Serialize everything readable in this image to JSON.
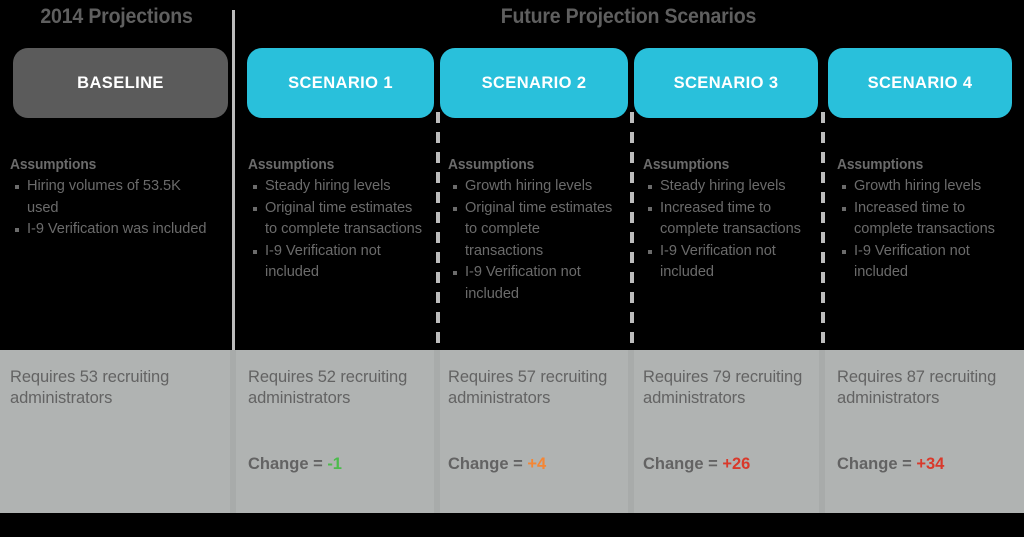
{
  "headers": {
    "left_title": "2014 Projections",
    "right_title": "Future Projection Scenarios"
  },
  "colors": {
    "background": "#000000",
    "baseline_pill": "#5b5b5b",
    "scenario_pill": "#29c0db",
    "results_band": "#b0b3b2",
    "text_gray": "#6b6b6b",
    "divider_gray": "#bcbcbc",
    "change_positive_small": "#f58634",
    "change_negative": "#4cbb4c",
    "change_positive_large": "#d9392b"
  },
  "columns": [
    {
      "id": "baseline",
      "pill_label": "BASELINE",
      "pill_type": "baseline",
      "assumptions_heading": "Assumptions",
      "assumptions": [
        "Hiring volumes of 53.5K used",
        "I-9 Verification was included"
      ],
      "result_text": "Requires 53 recruiting administrators",
      "change_label": null,
      "change_value": null,
      "change_color": null
    },
    {
      "id": "scenario-1",
      "pill_label": "SCENARIO 1",
      "pill_type": "scenario",
      "assumptions_heading": "Assumptions",
      "assumptions": [
        "Steady hiring levels",
        "Original time estimates to complete transactions",
        "I-9 Verification not included"
      ],
      "result_text": "Requires 52 recruiting administrators",
      "change_label": "Change = ",
      "change_value": "-1",
      "change_color": "#4cbb4c"
    },
    {
      "id": "scenario-2",
      "pill_label": "SCENARIO 2",
      "pill_type": "scenario",
      "assumptions_heading": "Assumptions",
      "assumptions": [
        "Growth hiring levels",
        "Original time estimates to complete transactions",
        "I-9 Verification not included"
      ],
      "result_text": "Requires 57 recruiting administrators",
      "change_label": "Change = ",
      "change_value": "+4",
      "change_color": "#f58634"
    },
    {
      "id": "scenario-3",
      "pill_label": "SCENARIO 3",
      "pill_type": "scenario",
      "assumptions_heading": "Assumptions",
      "assumptions": [
        "Steady hiring levels",
        "Increased time to complete transactions",
        "I-9 Verification not included"
      ],
      "result_text": "Requires 79 recruiting administrators",
      "change_label": "Change = ",
      "change_value": "+26",
      "change_color": "#d9392b"
    },
    {
      "id": "scenario-4",
      "pill_label": "SCENARIO 4",
      "pill_type": "scenario",
      "assumptions_heading": "Assumptions",
      "assumptions": [
        "Growth hiring levels",
        "Increased time to complete transactions",
        "I-9 Verification not included"
      ],
      "result_text": "Requires 87 recruiting administrators",
      "change_label": "Change = ",
      "change_value": "+34",
      "change_color": "#d9392b"
    }
  ]
}
